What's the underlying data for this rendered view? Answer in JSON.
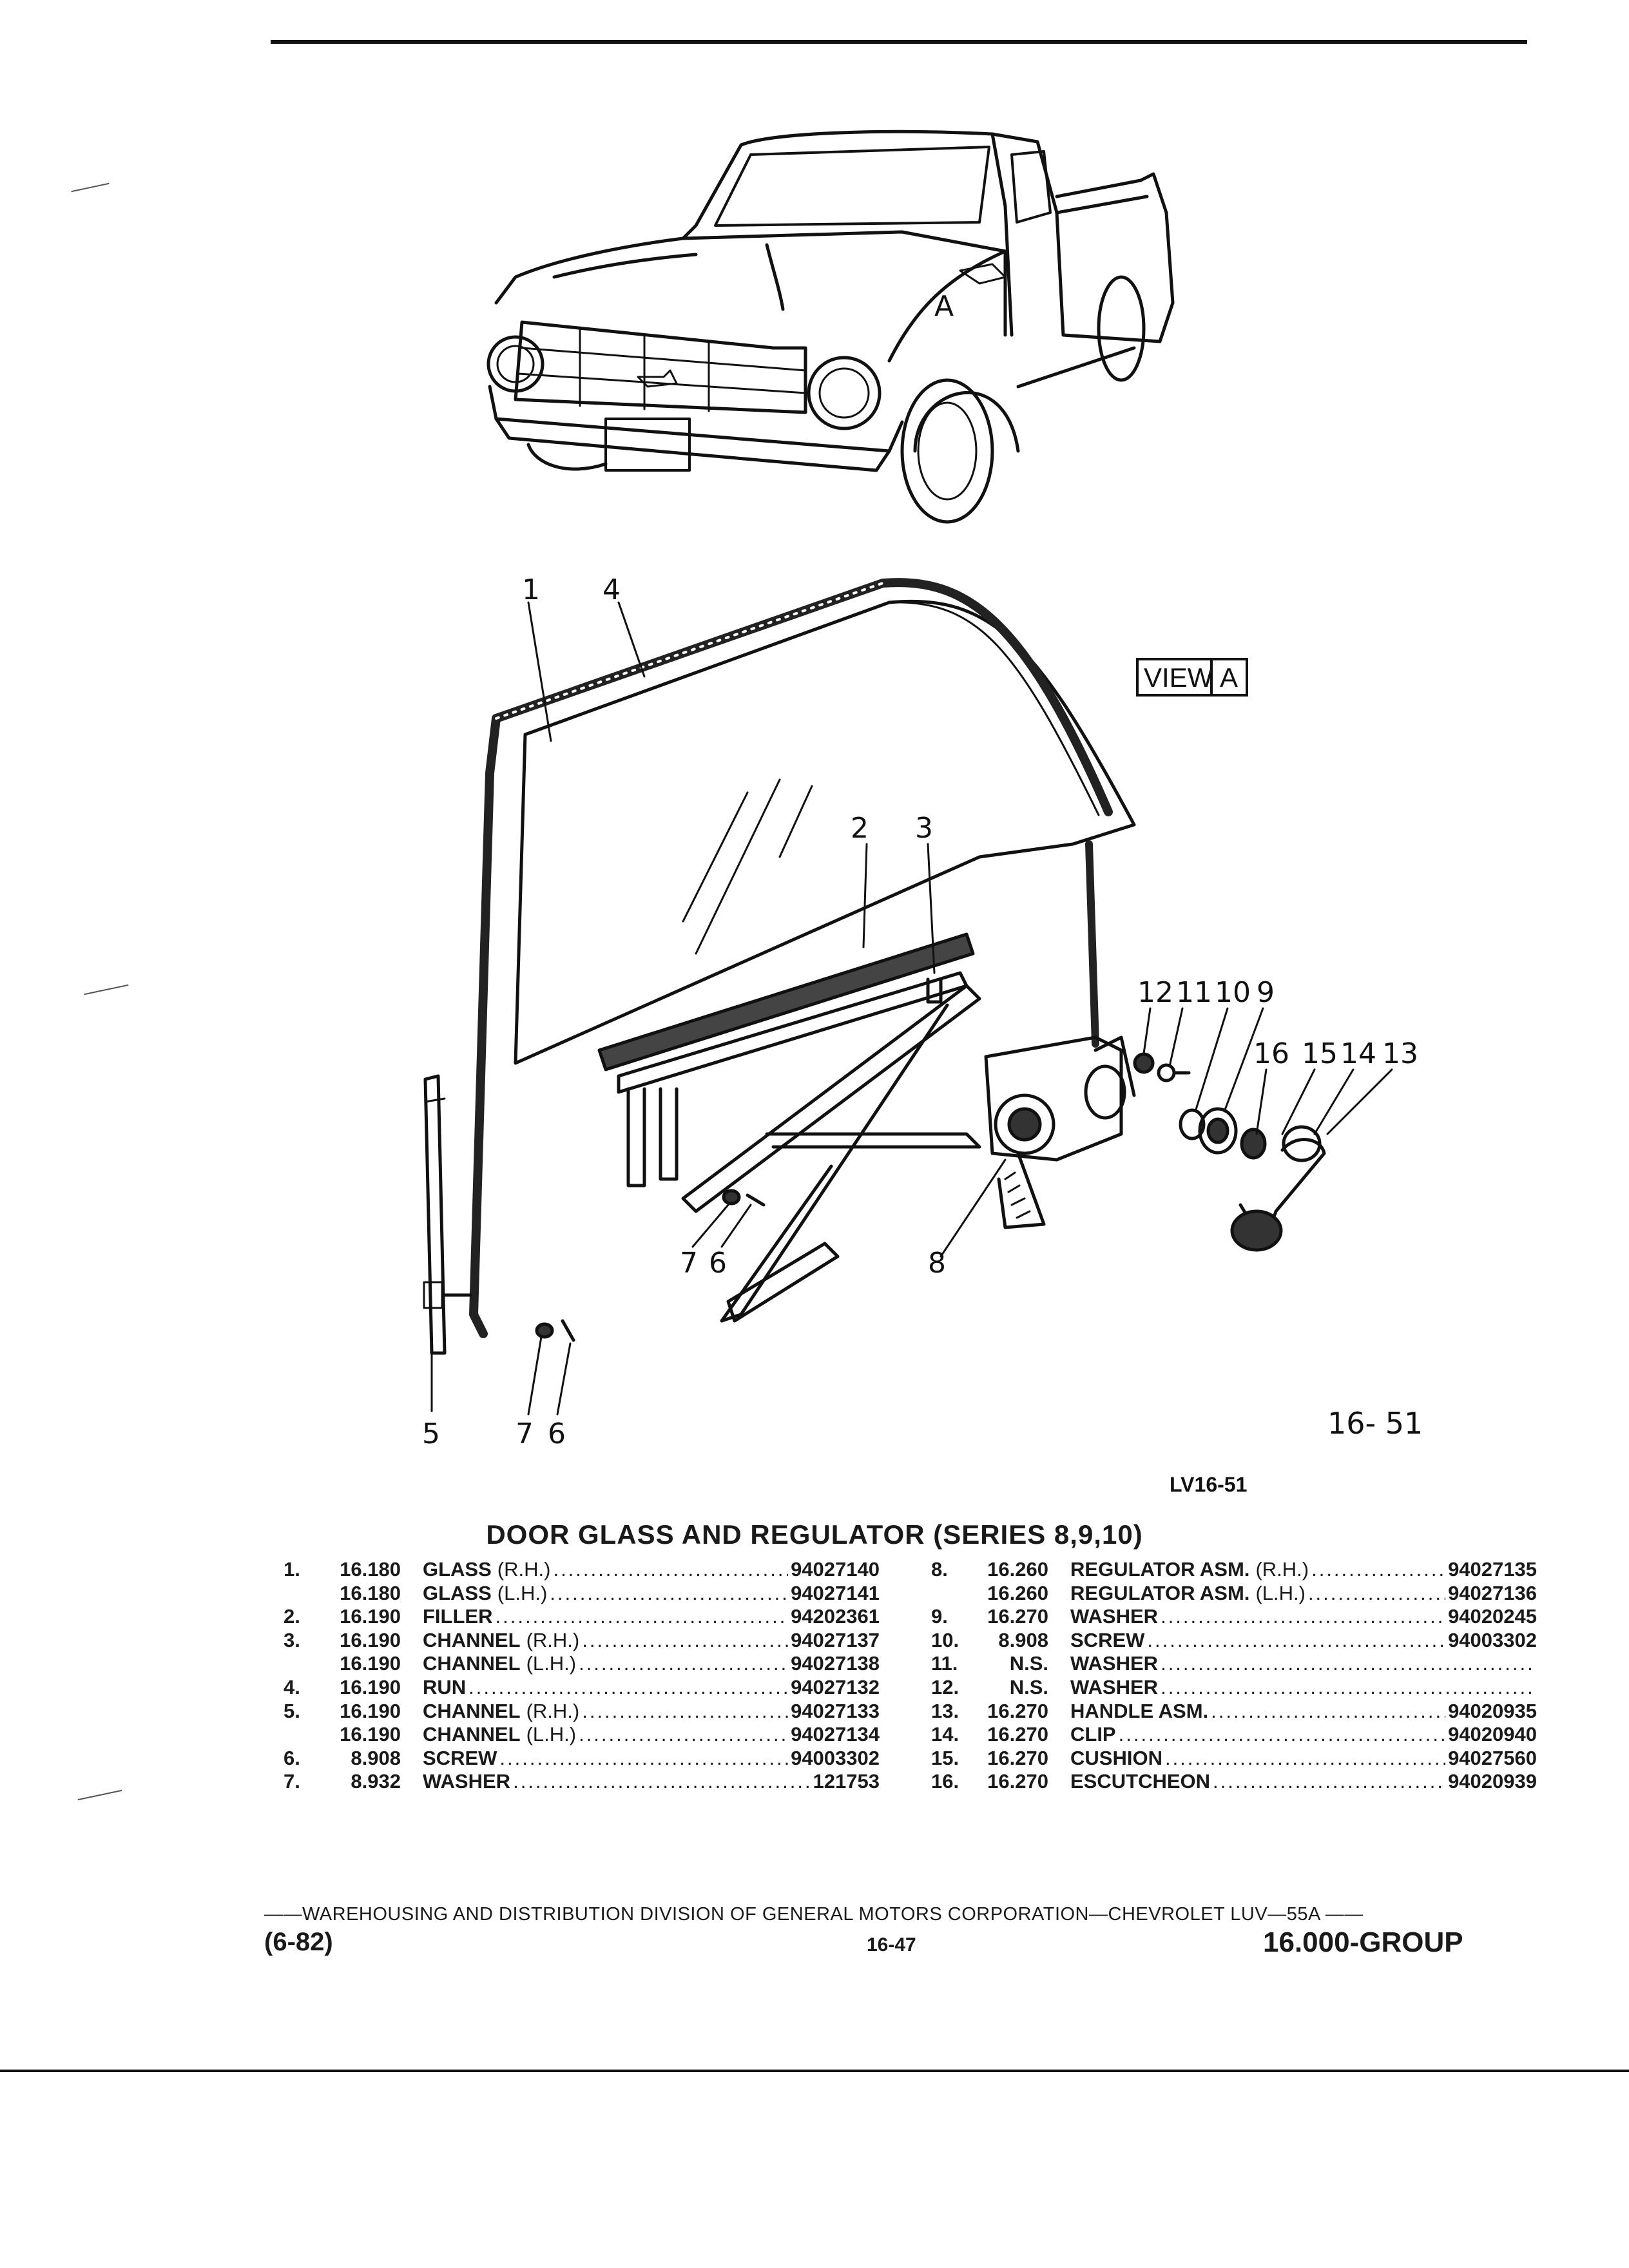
{
  "diagram": {
    "view_label": "VIEW",
    "view_letter": "A",
    "truck_letter": "A",
    "figure_number": "16- 51",
    "figure_code": "LV16-51",
    "callouts": {
      "c1": "1",
      "c4": "4",
      "c2": "2",
      "c3": "3",
      "c12": "12",
      "c11": "11",
      "c10": "10",
      "c9": "9",
      "c16": "16",
      "c15": "15",
      "c14": "14",
      "c13": "13",
      "c7a": "7",
      "c6a": "6",
      "c8": "8",
      "c5": "5",
      "c7b": "7",
      "c6b": "6"
    }
  },
  "title": "DOOR GLASS AND REGULATOR (SERIES 8,9,10)",
  "parts_left": [
    {
      "item": "1.",
      "group": "16.180",
      "desc": "GLASS",
      "sub": "(R.H.)",
      "part": "94027140"
    },
    {
      "item": "",
      "group": "16.180",
      "desc": "GLASS",
      "sub": "(L.H.)",
      "part": "94027141"
    },
    {
      "item": "2.",
      "group": "16.190",
      "desc": "FILLER",
      "sub": "",
      "part": "94202361"
    },
    {
      "item": "3.",
      "group": "16.190",
      "desc": "CHANNEL",
      "sub": "(R.H.)",
      "part": "94027137"
    },
    {
      "item": "",
      "group": "16.190",
      "desc": "CHANNEL",
      "sub": "(L.H.)",
      "part": "94027138"
    },
    {
      "item": "4.",
      "group": "16.190",
      "desc": "RUN",
      "sub": "",
      "part": "94027132"
    },
    {
      "item": "5.",
      "group": "16.190",
      "desc": "CHANNEL",
      "sub": "(R.H.)",
      "part": "94027133"
    },
    {
      "item": "",
      "group": "16.190",
      "desc": "CHANNEL",
      "sub": "(L.H.)",
      "part": "94027134"
    },
    {
      "item": "6.",
      "group": "8.908",
      "desc": "SCREW",
      "sub": "",
      "part": "94003302"
    },
    {
      "item": "7.",
      "group": "8.932",
      "desc": "WASHER",
      "sub": "",
      "part": "121753"
    }
  ],
  "parts_right": [
    {
      "item": "8.",
      "group": "16.260",
      "desc": "REGULATOR ASM.",
      "sub": "(R.H.)",
      "part": "94027135"
    },
    {
      "item": "",
      "group": "16.260",
      "desc": "REGULATOR ASM.",
      "sub": "(L.H.)",
      "part": "94027136"
    },
    {
      "item": "9.",
      "group": "16.270",
      "desc": "WASHER",
      "sub": "",
      "part": "94020245"
    },
    {
      "item": "10.",
      "group": "8.908",
      "desc": "SCREW",
      "sub": "",
      "part": "94003302"
    },
    {
      "item": "11.",
      "group": "N.S.",
      "desc": "WASHER",
      "sub": "",
      "part": ""
    },
    {
      "item": "12.",
      "group": "N.S.",
      "desc": "WASHER",
      "sub": "",
      "part": ""
    },
    {
      "item": "13.",
      "group": "16.270",
      "desc": "HANDLE ASM.",
      "sub": "",
      "part": "94020935"
    },
    {
      "item": "14.",
      "group": "16.270",
      "desc": "CLIP",
      "sub": "",
      "part": "94020940"
    },
    {
      "item": "15.",
      "group": "16.270",
      "desc": "CUSHION",
      "sub": "",
      "part": "94027560"
    },
    {
      "item": "16.",
      "group": "16.270",
      "desc": "ESCUTCHEON",
      "sub": "",
      "part": "94020939"
    }
  ],
  "footer": {
    "line": "——WAREHOUSING AND DISTRIBUTION  DIVISION OF GENERAL MOTORS CORPORATION—CHEVROLET LUV—55A  ——",
    "date": "(6-82)",
    "page": "16-47",
    "group": "16.000-GROUP"
  }
}
